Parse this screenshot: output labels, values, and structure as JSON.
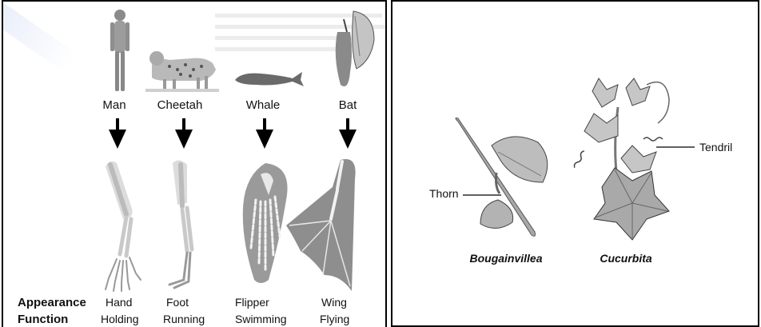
{
  "left_panel": {
    "animals": [
      {
        "name": "Man",
        "structure": "Hand",
        "function": "Holding"
      },
      {
        "name": "Cheetah",
        "structure": "Foot",
        "function": "Running"
      },
      {
        "name": "Whale",
        "structure": "Flipper",
        "function": "Swimming"
      },
      {
        "name": "Bat",
        "structure": "Wing",
        "function": "Flying"
      }
    ],
    "row_labels": {
      "appearance": "Appearance",
      "function": "Function"
    }
  },
  "right_panel": {
    "plants": [
      {
        "name": "Bougainvillea",
        "part": "Thorn"
      },
      {
        "name": "Cucurbita",
        "part": "Tendril"
      }
    ]
  }
}
